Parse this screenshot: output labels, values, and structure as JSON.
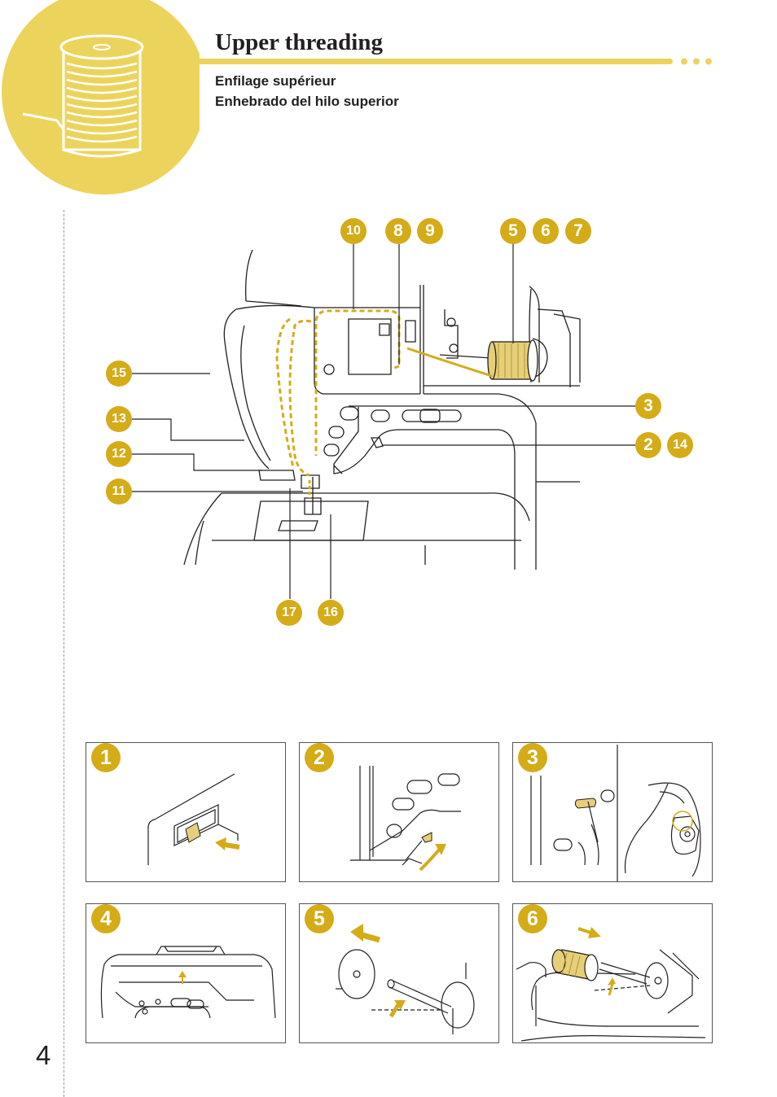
{
  "header": {
    "title": "Upper threading",
    "subtitle_fr": "Enfilage supérieur",
    "subtitle_es": "Enhebrado del hilo superior"
  },
  "colors": {
    "accent": "#d4ac18",
    "accent_light": "#ecd45c",
    "line": "#231f20"
  },
  "icons": {
    "corner": "thread-spool-icon",
    "rule_dots": "dots-icon"
  },
  "diagram": {
    "callouts": [
      "10",
      "8",
      "9",
      "5",
      "6",
      "7",
      "15",
      "3",
      "13",
      "12",
      "2",
      "14",
      "11",
      "17",
      "16"
    ]
  },
  "steps": [
    {
      "number": "1",
      "illustration": "power-switch"
    },
    {
      "number": "2",
      "illustration": "presser-foot-lever"
    },
    {
      "number": "3",
      "illustration": "needle-position-button"
    },
    {
      "number": "4",
      "illustration": "thread-guide-cover"
    },
    {
      "number": "5",
      "illustration": "spool-cap-removal"
    },
    {
      "number": "6",
      "illustration": "spool-placement"
    }
  ],
  "page_number": "4"
}
